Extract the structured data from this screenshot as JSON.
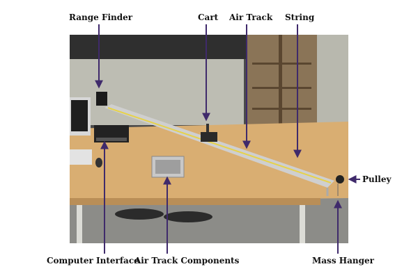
{
  "labels": {
    "range_finder": "Range Finder",
    "cart": "Cart",
    "air_track": "Air Track",
    "string": "String",
    "pulley": "Pulley",
    "computer_interface": "Computer Interface",
    "air_track_components": "Air Track Components",
    "mass_hanger": "Mass Hanger"
  },
  "colors": {
    "arrow": "#3f2a6b",
    "table": "#d9ae72",
    "track": "#cfcfcf",
    "wall": "#4a4a4a"
  }
}
